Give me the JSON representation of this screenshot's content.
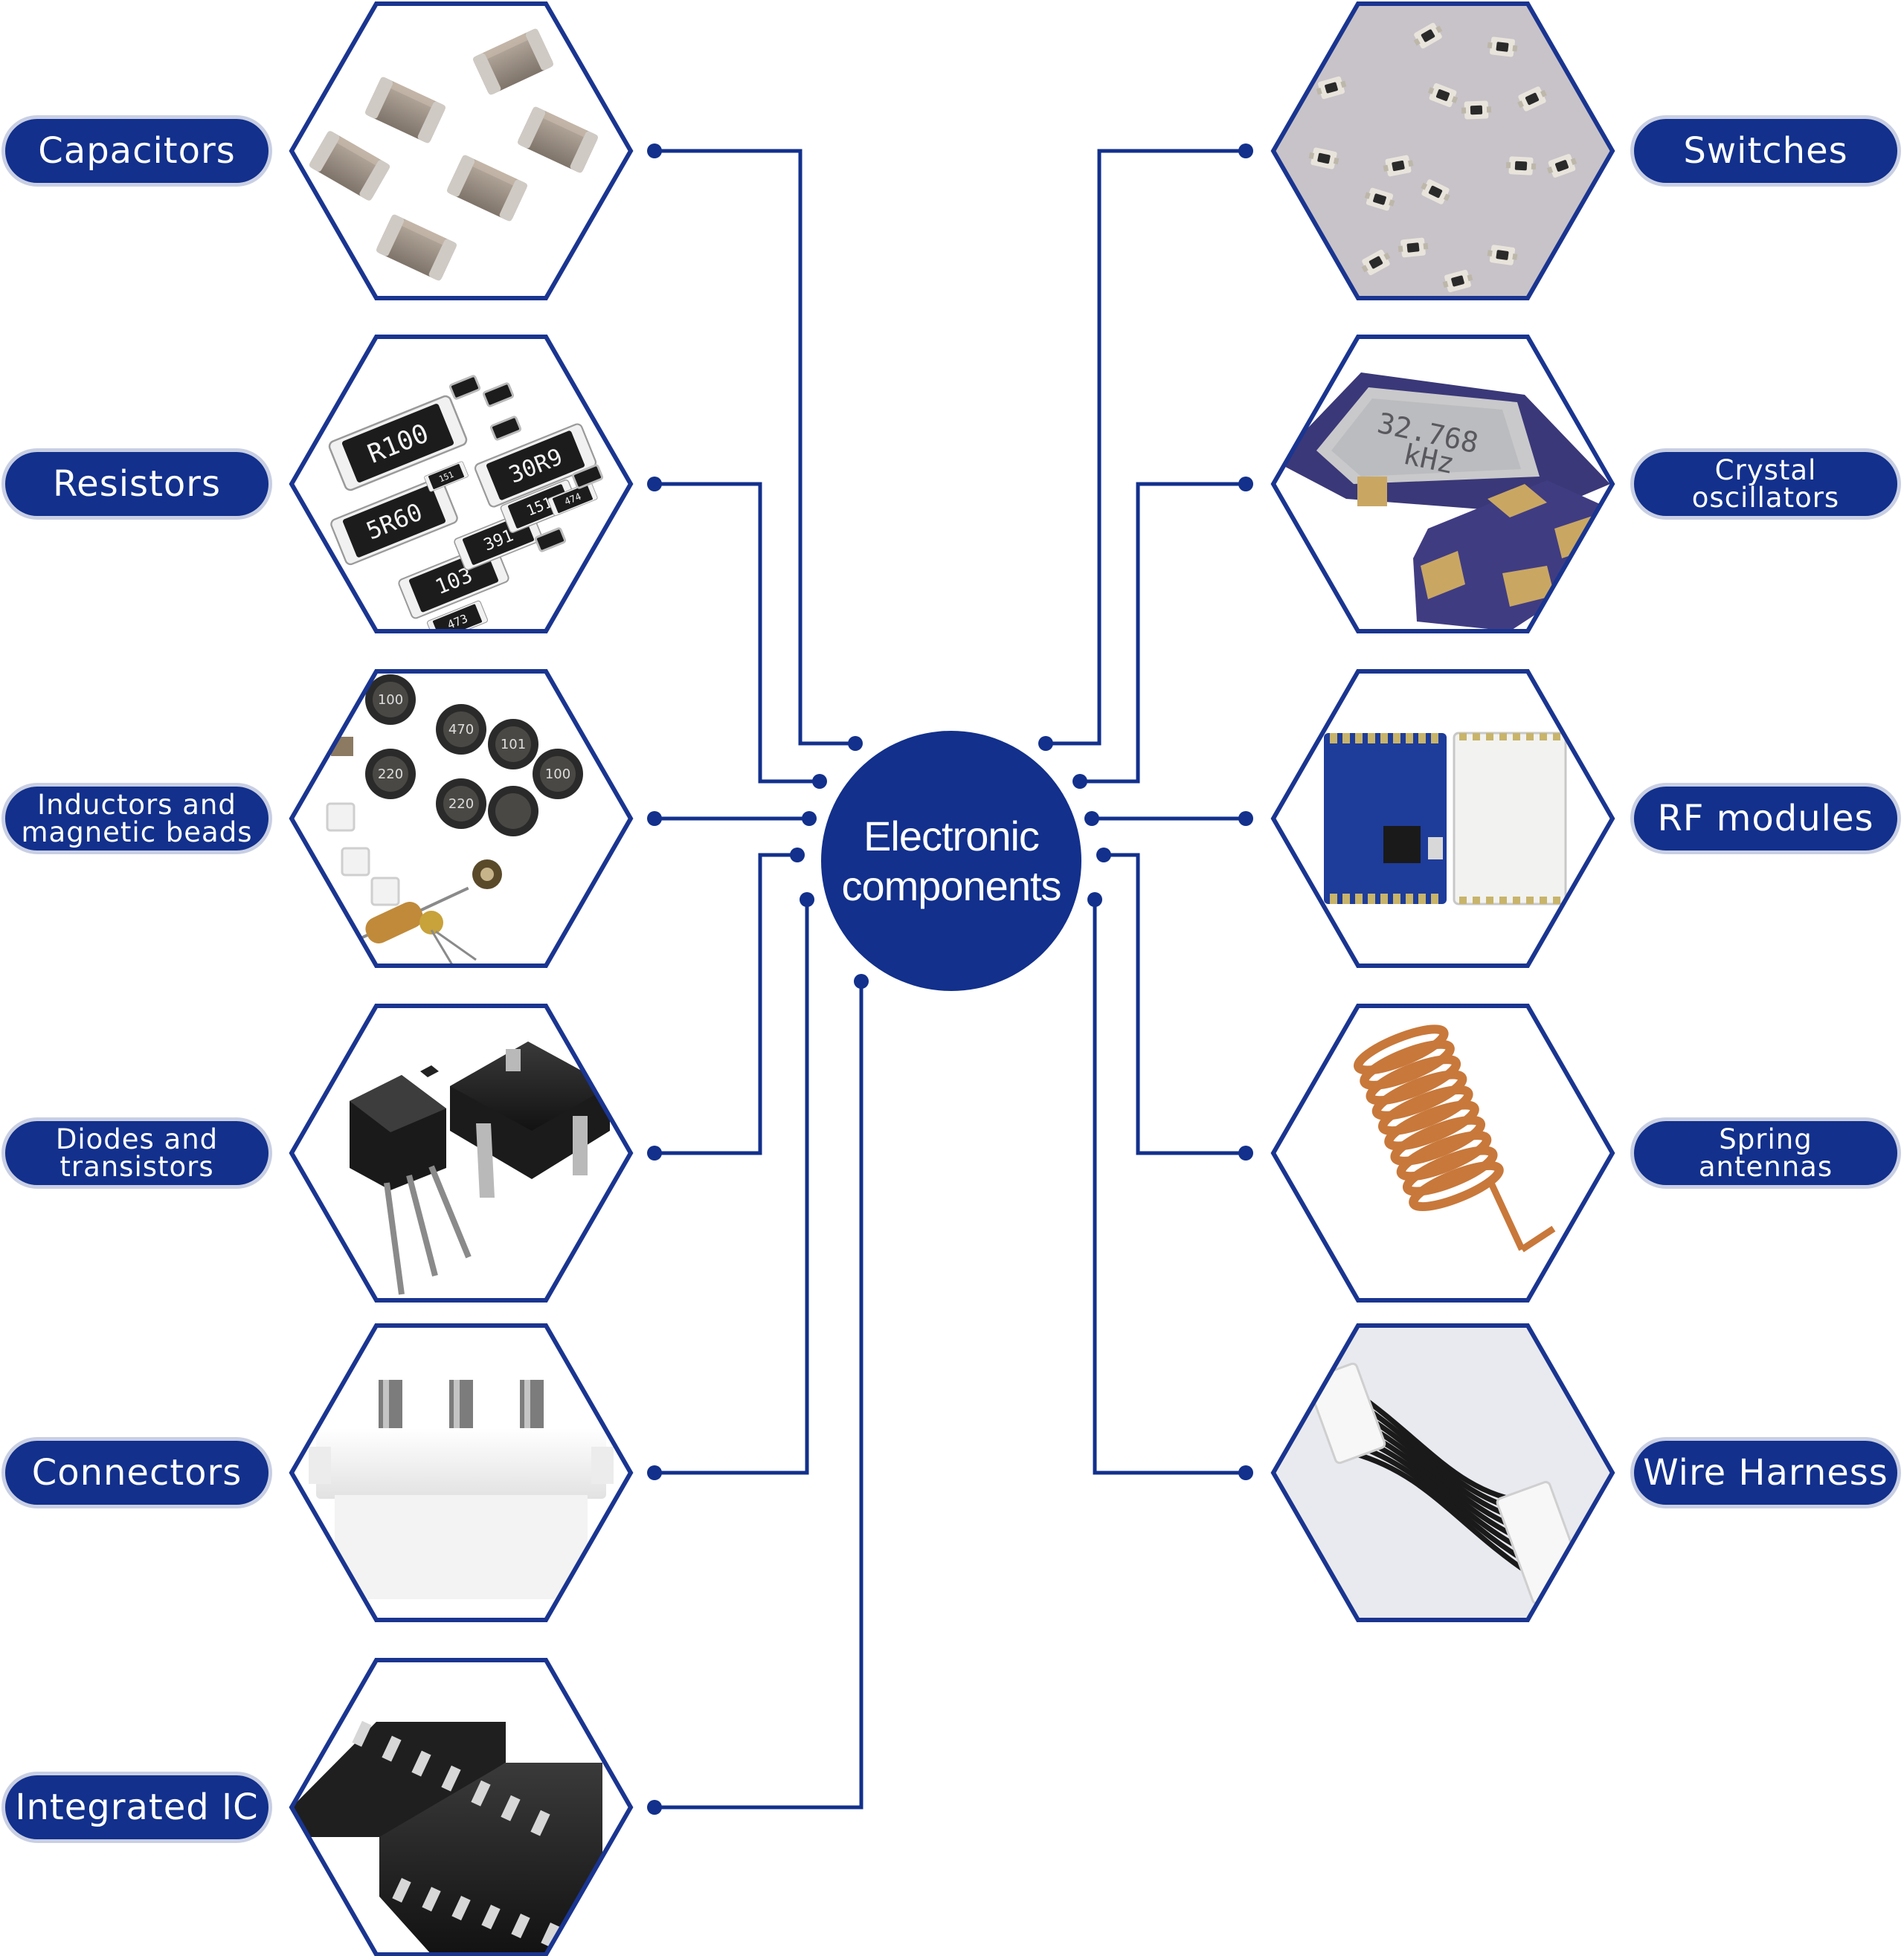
{
  "colors": {
    "primary": "#12308c",
    "outline": "#1a3590",
    "pill_border": "#c9cfe3"
  },
  "center": {
    "label": "Electronic\ncomponents"
  },
  "left_items": [
    {
      "label": "Capacitors",
      "icon": "capacitor-chips-icon"
    },
    {
      "label": "Resistors",
      "icon": "smd-resistors-icon"
    },
    {
      "label": "Inductors and\nmagnetic beads",
      "icon": "inductors-icon"
    },
    {
      "label": "Diodes and\ntransistors",
      "icon": "transistor-icon"
    },
    {
      "label": "Connectors",
      "icon": "connector-icon"
    },
    {
      "label": "Integrated IC",
      "icon": "ic-chip-icon"
    }
  ],
  "right_items": [
    {
      "label": "Switches",
      "icon": "tact-switches-icon"
    },
    {
      "label": "Crystal\noscillators",
      "icon": "crystal-oscillator-icon",
      "print_line1": "32.768",
      "print_line2": "kHz"
    },
    {
      "label": "RF modules",
      "icon": "rf-module-icon"
    },
    {
      "label": "Spring\nantennas",
      "icon": "spring-antenna-icon"
    },
    {
      "label": "Wire Harness",
      "icon": "wire-harness-icon"
    }
  ],
  "resistor_markings": [
    "R100",
    "30R9",
    "5R60",
    "103",
    "391",
    "151",
    "473",
    "474",
    "151"
  ],
  "inductor_markings": [
    "100",
    "470",
    "101",
    "220",
    "220",
    "100"
  ]
}
